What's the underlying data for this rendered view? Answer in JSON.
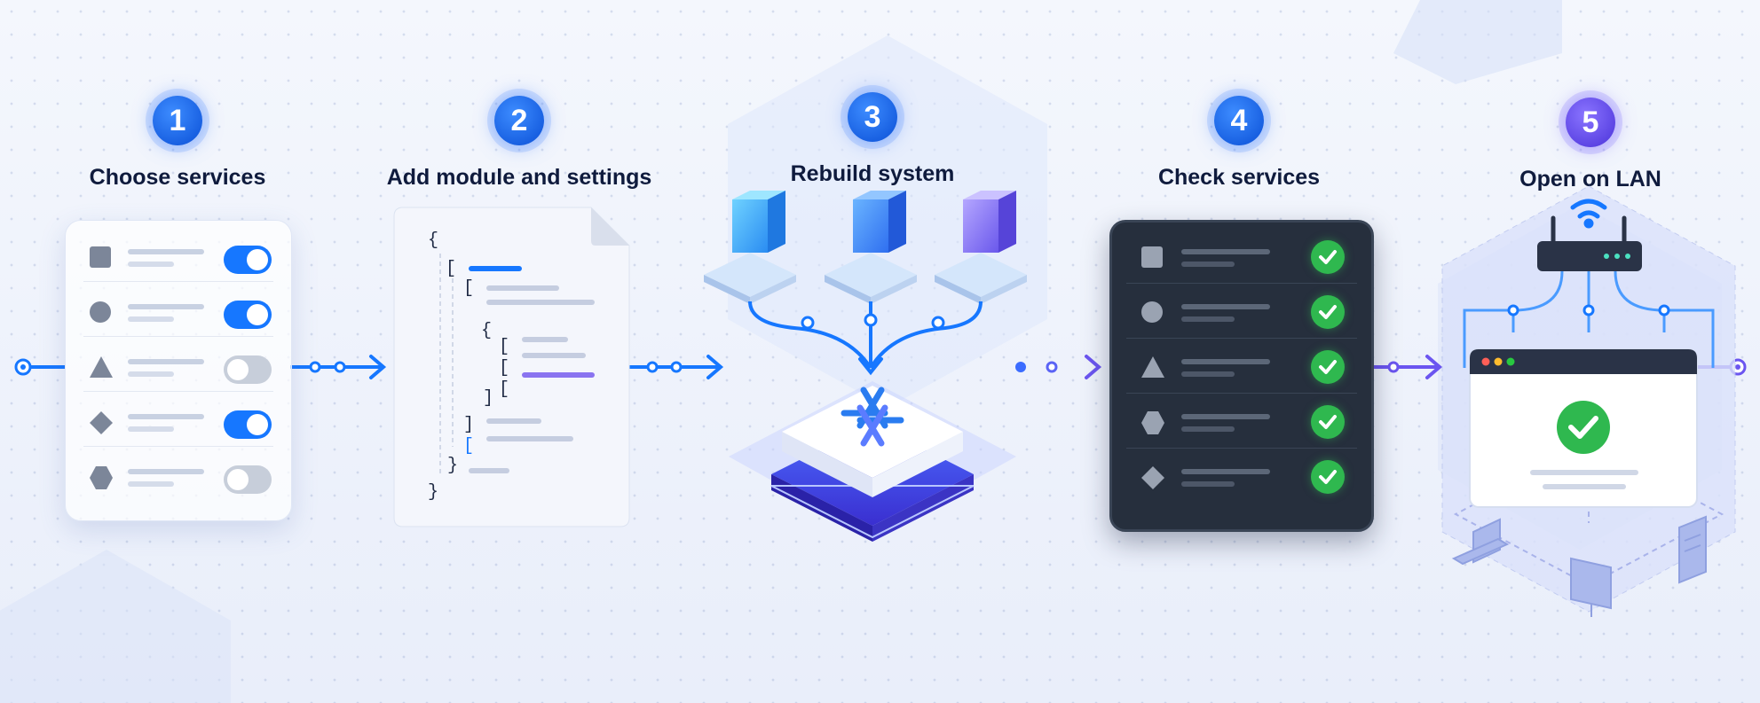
{
  "steps": [
    {
      "number": "1",
      "title": "Choose services"
    },
    {
      "number": "2",
      "title": "Add module and settings"
    },
    {
      "number": "3",
      "title": "Rebuild system"
    },
    {
      "number": "4",
      "title": "Check services"
    },
    {
      "number": "5",
      "title": "Open on LAN"
    }
  ],
  "services_panel": {
    "rows": [
      {
        "icon": "square-icon",
        "enabled": true
      },
      {
        "icon": "circle-icon",
        "enabled": true
      },
      {
        "icon": "triangle-icon",
        "enabled": false
      },
      {
        "icon": "diamond-icon",
        "enabled": true
      },
      {
        "icon": "hexagon-icon",
        "enabled": false
      }
    ]
  },
  "config_doc": {
    "lines": [
      "{",
      "[",
      "[",
      "{",
      "[",
      "[",
      "[",
      "]",
      "]",
      "[",
      "}",
      "}"
    ]
  },
  "check_panel": {
    "rows": [
      {
        "icon": "square-icon",
        "status": "ok"
      },
      {
        "icon": "circle-icon",
        "status": "ok"
      },
      {
        "icon": "triangle-icon",
        "status": "ok"
      },
      {
        "icon": "hexagon-icon",
        "status": "ok"
      },
      {
        "icon": "diamond-icon",
        "status": "ok"
      }
    ]
  },
  "colors": {
    "accent_blue": "#1677ff",
    "accent_purple": "#6b55f0",
    "success_green": "#2fb84f",
    "title_text": "#0f1b3d"
  }
}
